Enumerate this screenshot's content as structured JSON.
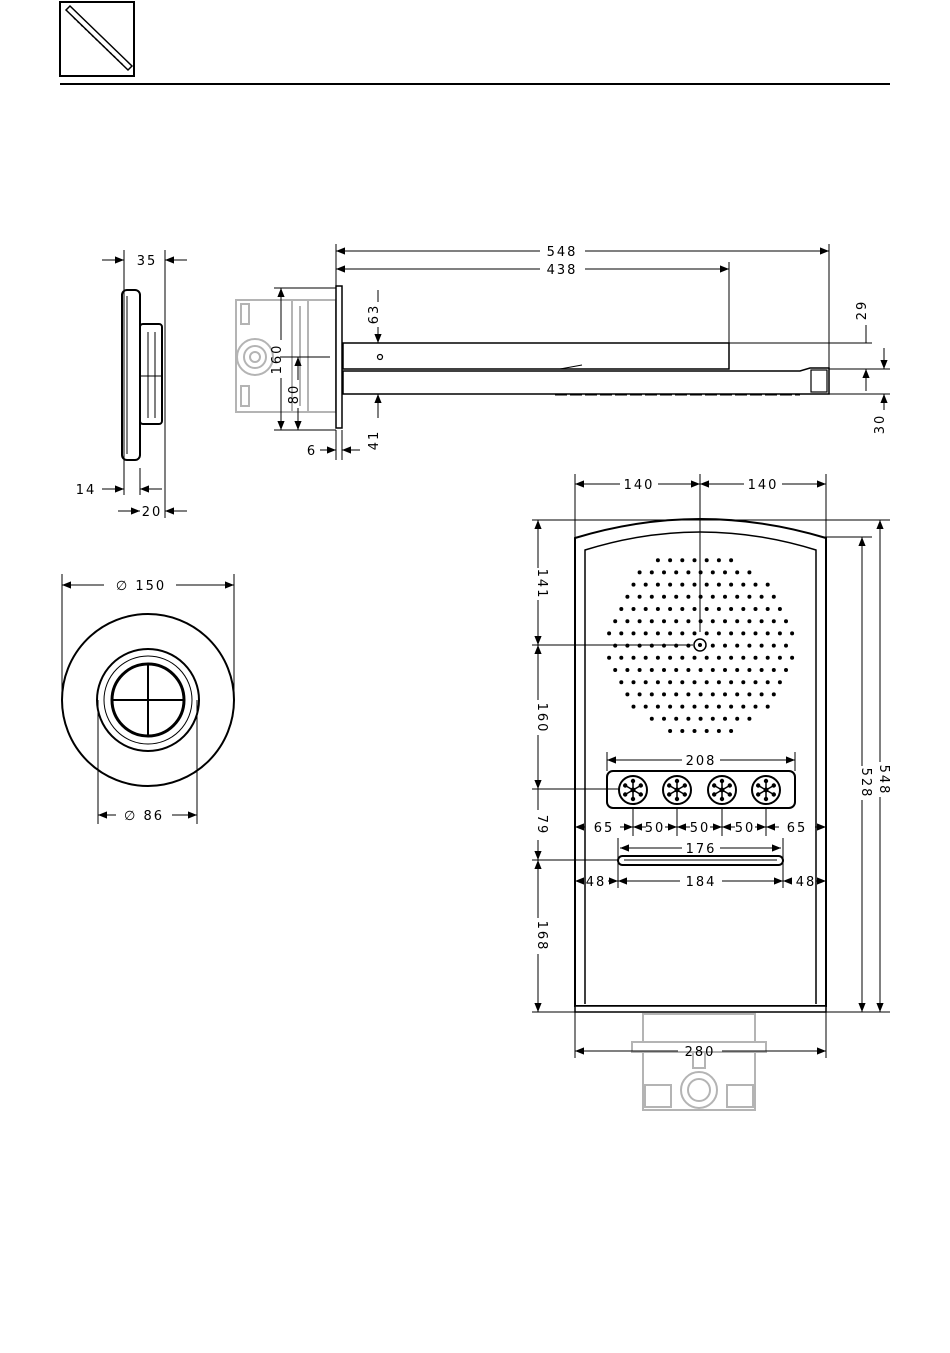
{
  "header": {
    "icon": "hand-shower-icon"
  },
  "side_view": {
    "dims": {
      "total_depth": "35",
      "base": "14",
      "knob": "20"
    }
  },
  "valve_front": {
    "dims": {
      "outer_diameter": "∅ 150",
      "inner_diameter": "∅ 86"
    }
  },
  "profile": {
    "dims": {
      "projection_total": "548",
      "projection_arm": "438",
      "body_height": "160",
      "upper_offset": "63",
      "centre_offset": "80",
      "lower_offset": "41",
      "plate": "6",
      "head_thickness": "29",
      "lower_thickness": "30"
    }
  },
  "front": {
    "dims": {
      "half_left": "140",
      "half_right": "140",
      "to_centre": "141",
      "rain_to_jets": "160",
      "jets_to_slot": "79",
      "slot_to_bottom": "168",
      "inner_height": "528",
      "total_height": "548",
      "jets_span": "208",
      "jet_margin_left": "65",
      "jet_pitch_1": "50",
      "jet_pitch_2": "50",
      "jet_pitch_3": "50",
      "jet_margin_right": "65",
      "slot_length": "176",
      "slot_margin_left": "48",
      "slot_inner": "184",
      "slot_margin_right": "48",
      "width": "280"
    }
  }
}
